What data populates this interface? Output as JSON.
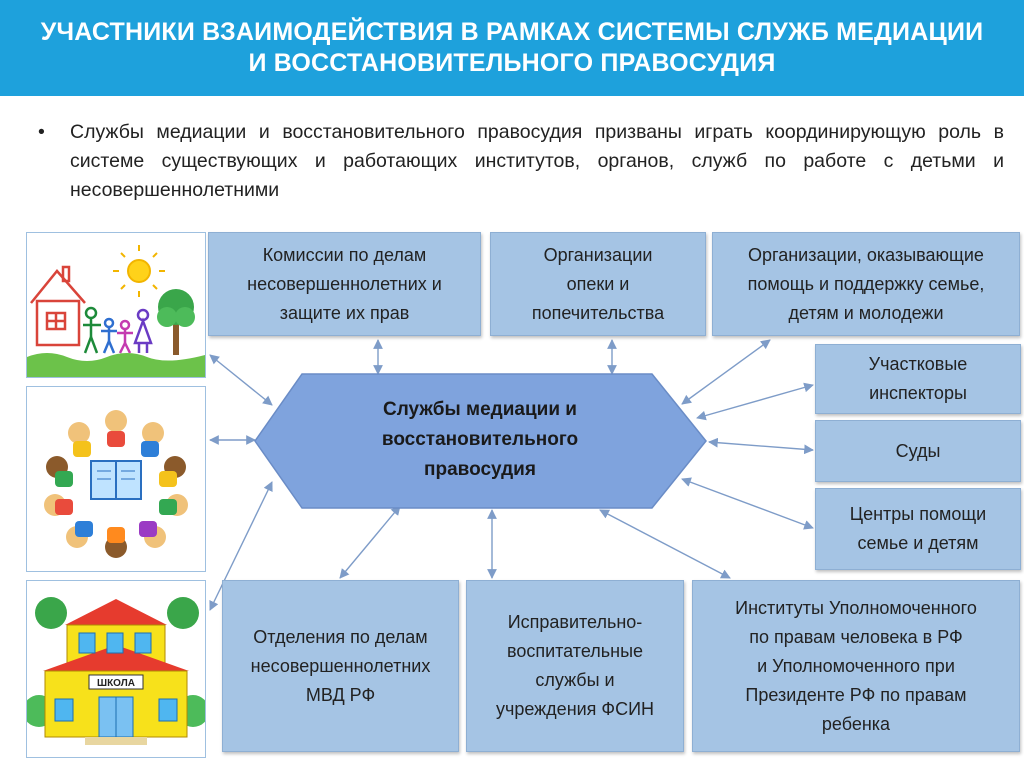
{
  "header": {
    "title_line1": "УЧАСТНИКИ ВЗАИМОДЕЙСТВИЯ В РАМКАХ СИСТЕМЫ СЛУЖБ МЕДИАЦИИ",
    "title_line2": "И ВОССТАНОВИТЕЛЬНОГО ПРАВОСУДИЯ"
  },
  "intro": {
    "bullet": "•",
    "text": "Службы медиации и восстановительного правосудия призваны играть координирующую роль в системе существующих и работающих институтов, органов, служб по работе с детьми и несовершеннолетними"
  },
  "center": {
    "line1": "Службы медиации и",
    "line2": "восстановительного",
    "line3": "правосудия"
  },
  "boxes": {
    "commissions": {
      "l1": "Комиссии по делам",
      "l2": "несовершеннолетних и",
      "l3": "защите их прав"
    },
    "guardianship": {
      "l1": "Организации",
      "l2": "опеки и",
      "l3": "попечительства"
    },
    "family_help": {
      "l1": "Организации, оказывающие",
      "l2": "помощь и поддержку семье,",
      "l3": "детям и молодежи"
    },
    "inspectors": {
      "l1": "Участковые",
      "l2": "инспекторы"
    },
    "courts": {
      "l1": "Суды"
    },
    "help_centers": {
      "l1": "Центры помощи",
      "l2": "семье и детям"
    },
    "mvd": {
      "l1": "Отделения по делам",
      "l2": "несовершеннолетних",
      "l3": "МВД РФ"
    },
    "fsin": {
      "l1": "Исправительно-",
      "l2": "воспитательные",
      "l3": "службы и",
      "l4": "учреждения ФСИН"
    },
    "ombudsman": {
      "l1": "Институты Уполномоченного",
      "l2": "по правам человека в РФ",
      "l3": "и Уполномоченного при",
      "l4": "Президенте РФ по правам",
      "l5": "ребенка"
    }
  },
  "images": {
    "school_sign": "ШКОЛА"
  },
  "colors": {
    "header": "#1ea1dc",
    "box": "#a5c4e4",
    "hexagon": "#7fa3dd",
    "arrow": "#7e9cc8"
  }
}
